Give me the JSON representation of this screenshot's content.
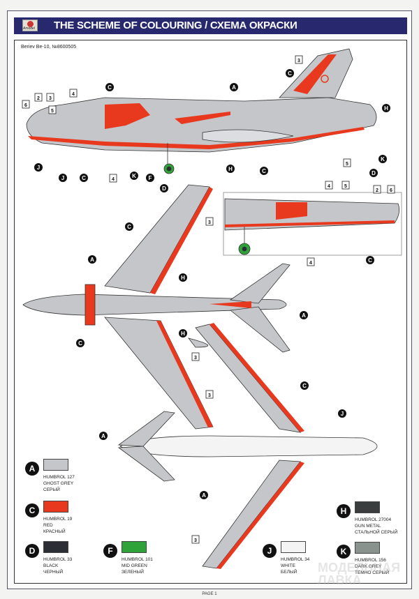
{
  "header": {
    "logo_text": "Amodel",
    "title": "THE SCHEME OF COLOURING / СХЕМА ОКРАСКИ"
  },
  "subtitle": "Beriev Be-10, №8600505",
  "colors": {
    "header": "#28286e",
    "ghost_grey": "#c4c6ca",
    "red": "#e8391e",
    "black": "#2c2e36",
    "green": "#2fa23a",
    "white": "#f4f4f4",
    "gun_metal": "#3a3d3e",
    "dark_grey": "#8a928e"
  },
  "paints": [
    {
      "letter": "A",
      "code": "HUMBROL 127",
      "name": "GHOST GREY",
      "name_ru": "СЕРЫЙ",
      "color": "#c4c6ca"
    },
    {
      "letter": "C",
      "code": "HUMBROL 19",
      "name": "RED",
      "name_ru": "КРАСНЫЙ",
      "color": "#e8391e"
    },
    {
      "letter": "D",
      "code": "HUMBROL 33",
      "name": "BLACK",
      "name_ru": "ЧЕРНЫЙ",
      "color": "#2c2e36"
    },
    {
      "letter": "F",
      "code": "HUMBROL 101",
      "name": "MID GREEN",
      "name_ru": "ЗЕЛЕНЫЙ",
      "color": "#2fa23a"
    },
    {
      "letter": "J",
      "code": "HUMBROL 34",
      "name": "WHITE",
      "name_ru": "БЕЛЫЙ",
      "color": "#f4f4f4"
    },
    {
      "letter": "H",
      "code": "HUMBROL 27004",
      "name": "GUN METAL",
      "name_ru": "СТАЛЬНОЙ СЕРЫЙ",
      "color": "#3a3d3e"
    },
    {
      "letter": "K",
      "code": "HUMBROL 156",
      "name": "DARK GREY",
      "name_ru": "ТЕМНО СЕРЫЙ",
      "color": "#8a928e"
    }
  ],
  "watermark": "МОДЕЛЬНАЯ ЛАВКА",
  "footer": "PAGE 1"
}
